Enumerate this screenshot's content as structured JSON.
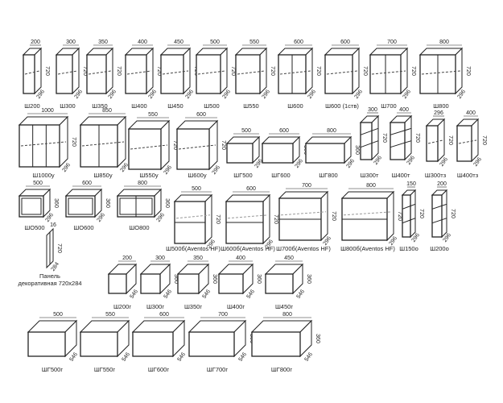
{
  "title": "Wall cabinet catalog diagram",
  "items": [
    {
      "name": "Ш200",
      "w": "200",
      "h": "720",
      "d": "296",
      "type": "door",
      "doors": 1
    },
    {
      "name": "Ш300",
      "w": "300",
      "h": "720",
      "d": "296",
      "type": "door",
      "doors": 1
    },
    {
      "name": "Ш350",
      "w": "350",
      "h": "720",
      "d": "296",
      "type": "door",
      "doors": 1
    },
    {
      "name": "Ш400",
      "w": "400",
      "h": "720",
      "d": "296",
      "type": "door",
      "doors": 1
    },
    {
      "name": "Ш450",
      "w": "450",
      "h": "720",
      "d": "296",
      "type": "door",
      "doors": 1
    },
    {
      "name": "Ш500",
      "w": "500",
      "h": "720",
      "d": "296",
      "type": "door",
      "doors": 1
    },
    {
      "name": "Ш550",
      "w": "550",
      "h": "720",
      "d": "296",
      "type": "door",
      "doors": 1
    },
    {
      "name": "Ш600",
      "w": "600",
      "h": "720",
      "d": "296",
      "type": "door",
      "doors": 2
    },
    {
      "name": "Ш600 (1ств)",
      "w": "600",
      "h": "720",
      "d": "296",
      "type": "door",
      "doors": 1
    },
    {
      "name": "Ш700",
      "w": "700",
      "h": "720",
      "d": "296",
      "type": "door",
      "doors": 2
    },
    {
      "name": "Ш800",
      "w": "800",
      "h": "720",
      "d": "296",
      "type": "door",
      "doors": 2
    },
    {
      "name": "Ш1000у",
      "w": "1000",
      "h": "720",
      "d": "296",
      "type": "door",
      "doors": 3
    },
    {
      "name": "Ш850у",
      "w": "850",
      "h": "720",
      "d": "296",
      "type": "door",
      "doors": 2
    },
    {
      "name": "Ш550у",
      "w": "550",
      "w2": "550",
      "h": "720",
      "d": "296",
      "type": "corner",
      "doors": 1
    },
    {
      "name": "Ш600у",
      "w": "600",
      "w2": "600",
      "h": "720",
      "d": "296",
      "type": "corner",
      "doors": 1
    },
    {
      "name": "ШГ500",
      "w": "500",
      "h": "360",
      "d": "296",
      "type": "plain",
      "doors": 0
    },
    {
      "name": "ШГ600",
      "w": "600",
      "h": "360",
      "d": "296",
      "type": "plain",
      "doors": 0
    },
    {
      "name": "ШГ800",
      "w": "800",
      "h": "360",
      "d": "296",
      "type": "plain",
      "doors": 0
    },
    {
      "name": "Ш300т",
      "w": "300",
      "h": "720",
      "d": "296",
      "type": "shelf",
      "doors": 0
    },
    {
      "name": "Ш400т",
      "w": "400",
      "h": "720",
      "d": "296",
      "type": "shelf",
      "doors": 0
    },
    {
      "name": "Ш300тз",
      "w": "296",
      "h": "720",
      "d": "296",
      "type": "door",
      "doors": 1
    },
    {
      "name": "Ш400тз",
      "w": "400",
      "h": "720",
      "d": "296",
      "type": "door",
      "doors": 1
    },
    {
      "name": "ШО500",
      "w": "500",
      "h": "360",
      "d": "296",
      "type": "open",
      "doors": 1
    },
    {
      "name": "ШО600",
      "w": "600",
      "h": "360",
      "d": "296",
      "type": "open",
      "doors": 1
    },
    {
      "name": "ШО800",
      "w": "800",
      "h": "360",
      "d": "296",
      "type": "open",
      "doors": 2
    },
    {
      "name": "Ш500б(Aventos HF)",
      "w": "500",
      "h": "720",
      "d": "296",
      "type": "lift",
      "doors": 0
    },
    {
      "name": "Ш600б(Aventos HF)",
      "w": "600",
      "h": "720",
      "d": "296",
      "type": "lift",
      "doors": 0
    },
    {
      "name": "Ш700б(Aventos HF)",
      "w": "700",
      "h": "720",
      "d": "296",
      "type": "lift",
      "doors": 0
    },
    {
      "name": "Ш800б(Aventos HF)",
      "w": "800",
      "h": "720",
      "d": "296",
      "type": "lift",
      "doors": 0
    },
    {
      "name": "Ш150о",
      "w": "150",
      "h": "720",
      "d": "296",
      "type": "rack",
      "doors": 0
    },
    {
      "name": "Ш200о",
      "w": "200",
      "h": "720",
      "d": "296",
      "type": "rack",
      "doors": 0
    },
    {
      "name": "Ш200г",
      "w": "200",
      "h": "360",
      "d": "546",
      "type": "plain",
      "doors": 0
    },
    {
      "name": "Ш300г",
      "w": "300",
      "h": "360",
      "d": "546",
      "type": "plain",
      "doors": 0
    },
    {
      "name": "Ш350г",
      "w": "350",
      "h": "360",
      "d": "546",
      "type": "plain",
      "doors": 0
    },
    {
      "name": "Ш400г",
      "w": "400",
      "h": "360",
      "d": "546",
      "type": "plain",
      "doors": 0
    },
    {
      "name": "Ш450г",
      "w": "450",
      "h": "360",
      "d": "546",
      "type": "plain",
      "doors": 0
    },
    {
      "name": "ШГ500г",
      "w": "500",
      "h": "360",
      "d": "546",
      "type": "plain",
      "doors": 0
    },
    {
      "name": "ШГ550г",
      "w": "550",
      "h": "360",
      "d": "546",
      "type": "plain",
      "doors": 0
    },
    {
      "name": "ШГ600г",
      "w": "600",
      "h": "360",
      "d": "546",
      "type": "plain",
      "doors": 0
    },
    {
      "name": "ШГ700г",
      "w": "700",
      "h": "360",
      "d": "546",
      "type": "plain",
      "doors": 0
    },
    {
      "name": "ШГ800г",
      "w": "800",
      "h": "360",
      "d": "546",
      "type": "plain",
      "doors": 0
    }
  ],
  "panel": {
    "label_line1": "Панель",
    "label_line2": "декоративная 720х284",
    "thickness": "16",
    "h": "720",
    "d": "284"
  }
}
